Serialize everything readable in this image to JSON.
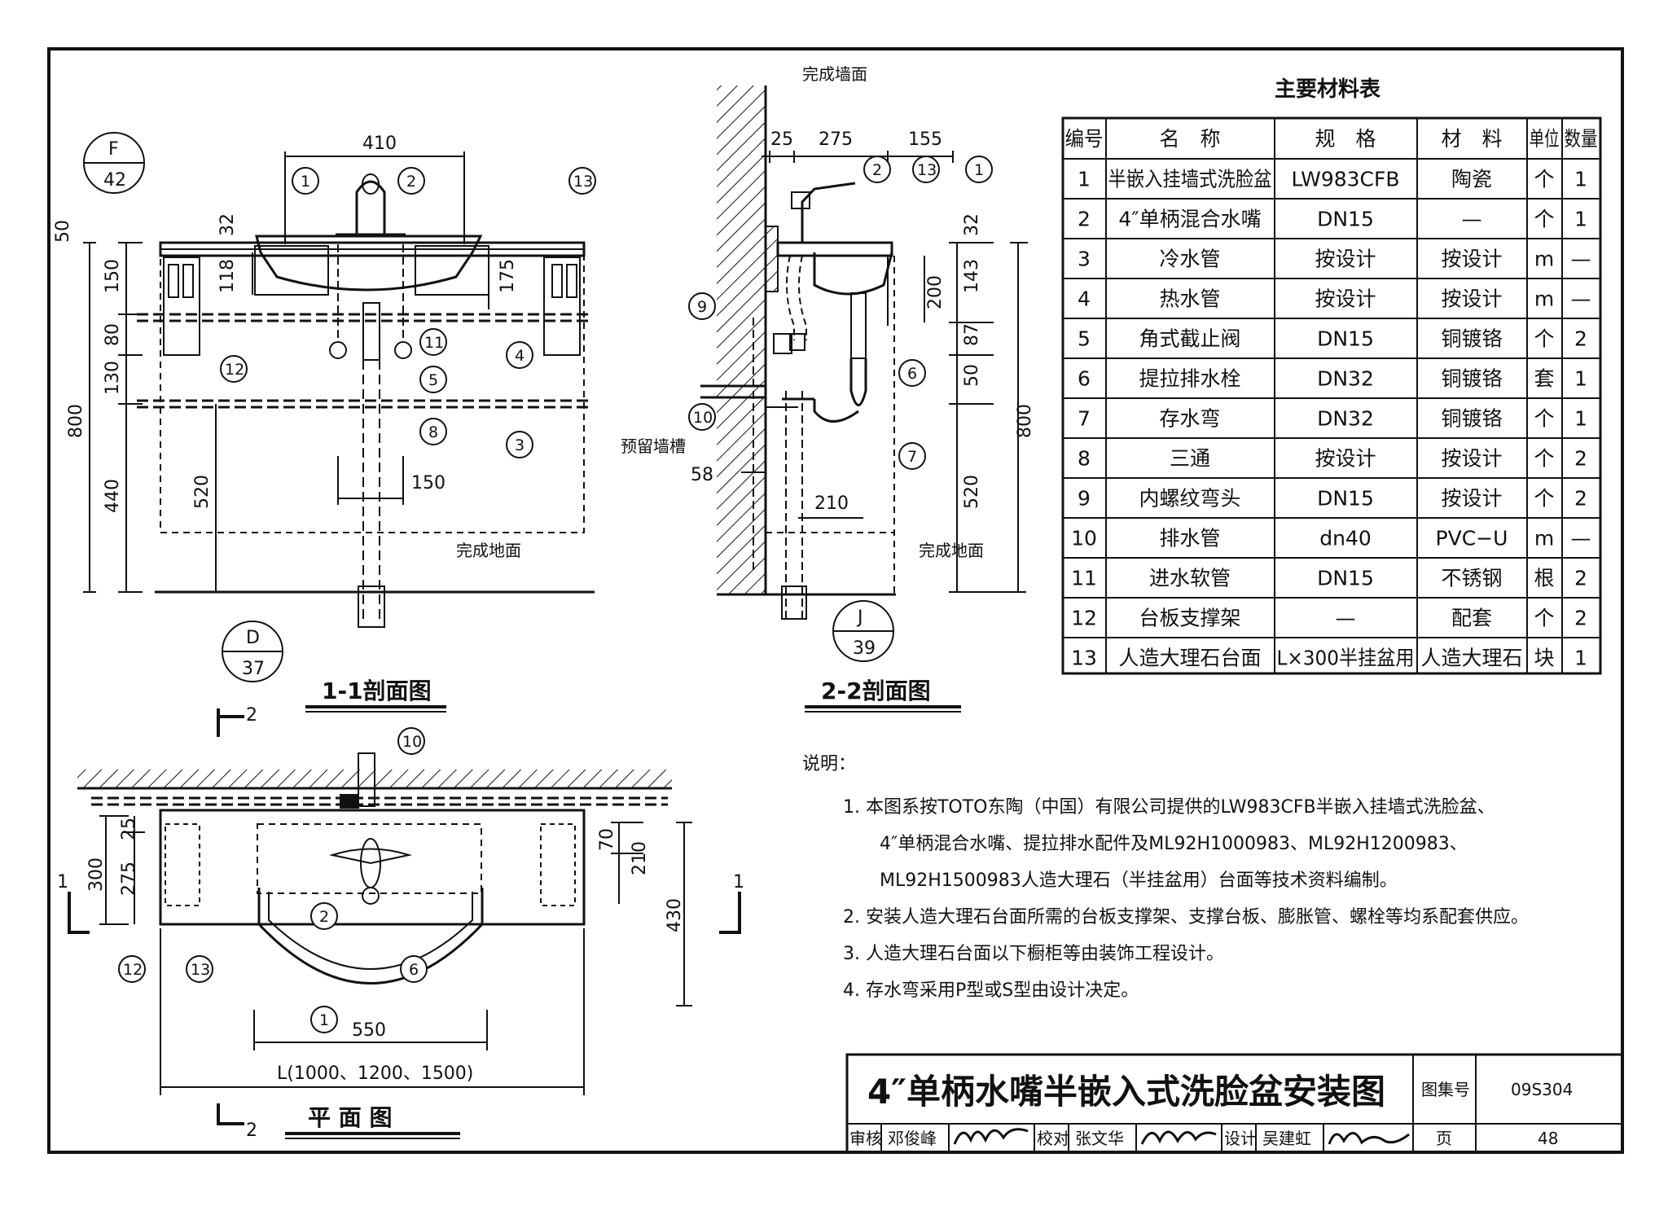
{
  "drawing": {
    "title": "4″单柄水嘴半嵌入式洗脸盆安装图",
    "atlas_label": "图集号",
    "atlas_no": "09S304",
    "page_label": "页",
    "page_no": "48",
    "review_label": "审核",
    "reviewer": "邓俊峰",
    "check_label": "校对",
    "checker": "张文华",
    "design_label": "设计",
    "designer": "吴建虹",
    "signatures": [
      "邓俊峰",
      "张文华",
      "吴建虹"
    ]
  },
  "views": {
    "section_1_1": "1-1剖面图",
    "section_2_2": "2-2剖面图",
    "plan": "平 面 图"
  },
  "labels": {
    "finished_wall": "完成墙面",
    "finished_floor": "完成地面",
    "reserved_groove": "预留墙槽",
    "detail_F": "F",
    "detail_F_page": "42",
    "detail_D": "D",
    "detail_D_page": "37",
    "detail_J": "J",
    "detail_J_page": "39",
    "cut_1": "1",
    "cut_2": "2"
  },
  "dims_1_1": {
    "d410": "410",
    "d50": "50",
    "d32": "32",
    "d118": "118",
    "d150": "150",
    "d175": "175",
    "d80": "80",
    "d130": "130",
    "d800": "800",
    "d440": "440",
    "d520": "520",
    "d150b": "150"
  },
  "dims_2_2": {
    "d25": "25",
    "d275": "275",
    "d155": "155",
    "d32": "32",
    "d143": "143",
    "d200": "200",
    "d87": "87",
    "d50": "50",
    "d800": "800",
    "d520": "520",
    "d210": "210",
    "d58": "58"
  },
  "dims_plan": {
    "d25": "25",
    "d275": "275",
    "d300": "300",
    "d70": "70",
    "d210": "210",
    "d430": "430",
    "d550": "550",
    "dL": "L(1000、1200、1500)"
  },
  "callouts": [
    "1",
    "2",
    "3",
    "4",
    "5",
    "6",
    "7",
    "8",
    "9",
    "10",
    "11",
    "12",
    "13"
  ],
  "materials": {
    "title": "主要材料表",
    "headers": [
      "编号",
      "名　称",
      "规　格",
      "材　料",
      "单位",
      "数量"
    ],
    "rows": [
      [
        "1",
        "半嵌入挂墙式洗脸盆",
        "LW983CFB",
        "陶瓷",
        "个",
        "1"
      ],
      [
        "2",
        "4″单柄混合水嘴",
        "DN15",
        "—",
        "个",
        "1"
      ],
      [
        "3",
        "冷水管",
        "按设计",
        "按设计",
        "m",
        "—"
      ],
      [
        "4",
        "热水管",
        "按设计",
        "按设计",
        "m",
        "—"
      ],
      [
        "5",
        "角式截止阀",
        "DN15",
        "铜镀铬",
        "个",
        "2"
      ],
      [
        "6",
        "提拉排水栓",
        "DN32",
        "铜镀铬",
        "套",
        "1"
      ],
      [
        "7",
        "存水弯",
        "DN32",
        "铜镀铬",
        "个",
        "1"
      ],
      [
        "8",
        "三通",
        "按设计",
        "按设计",
        "个",
        "2"
      ],
      [
        "9",
        "内螺纹弯头",
        "DN15",
        "按设计",
        "个",
        "2"
      ],
      [
        "10",
        "排水管",
        "dn40",
        "PVC−U",
        "m",
        "—"
      ],
      [
        "11",
        "进水软管",
        "DN15",
        "不锈钢",
        "根",
        "2"
      ],
      [
        "12",
        "台板支撑架",
        "—",
        "配套",
        "个",
        "2"
      ],
      [
        "13",
        "人造大理石台面",
        "L×300半挂盆用",
        "人造大理石",
        "块",
        "1"
      ]
    ]
  },
  "notes": {
    "heading": "说明：",
    "lines": [
      "1. 本图系按TOTO东陶（中国）有限公司提供的LW983CFB半嵌入挂墙式洗脸盆、",
      "4″单柄混合水嘴、提拉排水配件及ML92H1000983、ML92H1200983、",
      "ML92H1500983人造大理石（半挂盆用）台面等技术资料编制。",
      "2. 安装人造大理石台面所需的台板支撑架、支撑台板、膨胀管、螺栓等均系配套供应。",
      "3. 人造大理石台面以下橱柜等由装饰工程设计。",
      "4. 存水弯采用P型或S型由设计决定。"
    ]
  }
}
